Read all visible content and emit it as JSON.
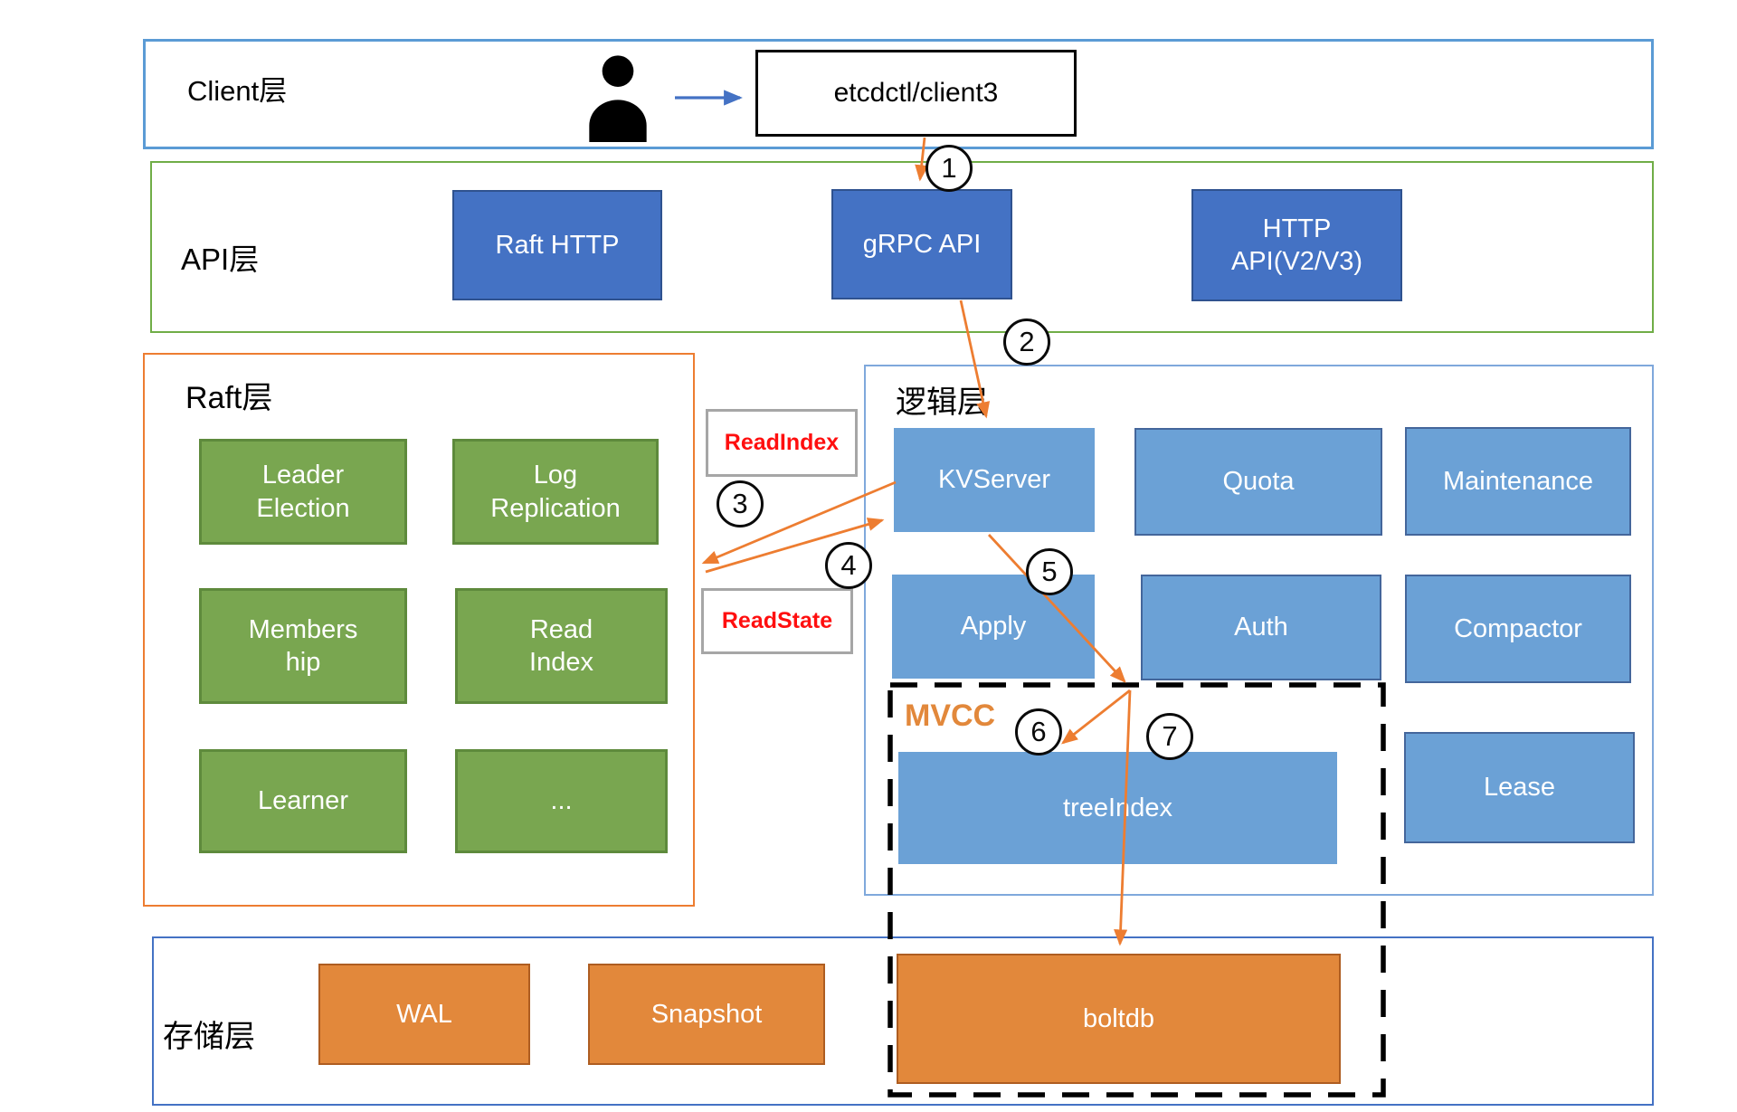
{
  "layers": {
    "client": {
      "label": "Client层"
    },
    "api": {
      "label": "API层"
    },
    "raft": {
      "label": "Raft层"
    },
    "logic": {
      "label": "逻辑层"
    },
    "storage": {
      "label": "存储层"
    },
    "mvcc": {
      "label": "MVCC"
    }
  },
  "nodes": {
    "etcdctl": "etcdctl/client3",
    "raft_http": "Raft HTTP",
    "grpc_api": "gRPC API",
    "http_api": {
      "line1": "HTTP",
      "line2": "API(V2/V3)"
    },
    "leader_election": {
      "line1": "Leader",
      "line2": "Election"
    },
    "log_replication": {
      "line1": "Log",
      "line2": "Replication"
    },
    "membership": {
      "line1": "Members",
      "line2": "hip"
    },
    "read_index": {
      "line1": "Read",
      "line2": "Index"
    },
    "learner": "Learner",
    "more": "...",
    "kvserver": "KVServer",
    "quota": "Quota",
    "maintenance": "Maintenance",
    "apply": "Apply",
    "auth": "Auth",
    "compactor": "Compactor",
    "lease": "Lease",
    "treeindex": "treeIndex",
    "wal": "WAL",
    "snapshot": "Snapshot",
    "boltdb": "boltdb"
  },
  "annotations": {
    "read_index_tag": "ReadIndex",
    "read_state_tag": "ReadState"
  },
  "steps": [
    "1",
    "2",
    "3",
    "4",
    "5",
    "6",
    "7"
  ],
  "colors": {
    "accent_orange": "#E2883B",
    "arrow_orange": "#ED7D31",
    "dark_blue": "#4472C4",
    "light_blue": "#6BA1D6",
    "green": "#79A650",
    "client_border_blue": "#5B9BD5",
    "api_border_green": "#70AD47",
    "raft_border_orange": "#ED7D31",
    "tag_red": "#FF0F0F",
    "dashed_black": "#000000"
  }
}
